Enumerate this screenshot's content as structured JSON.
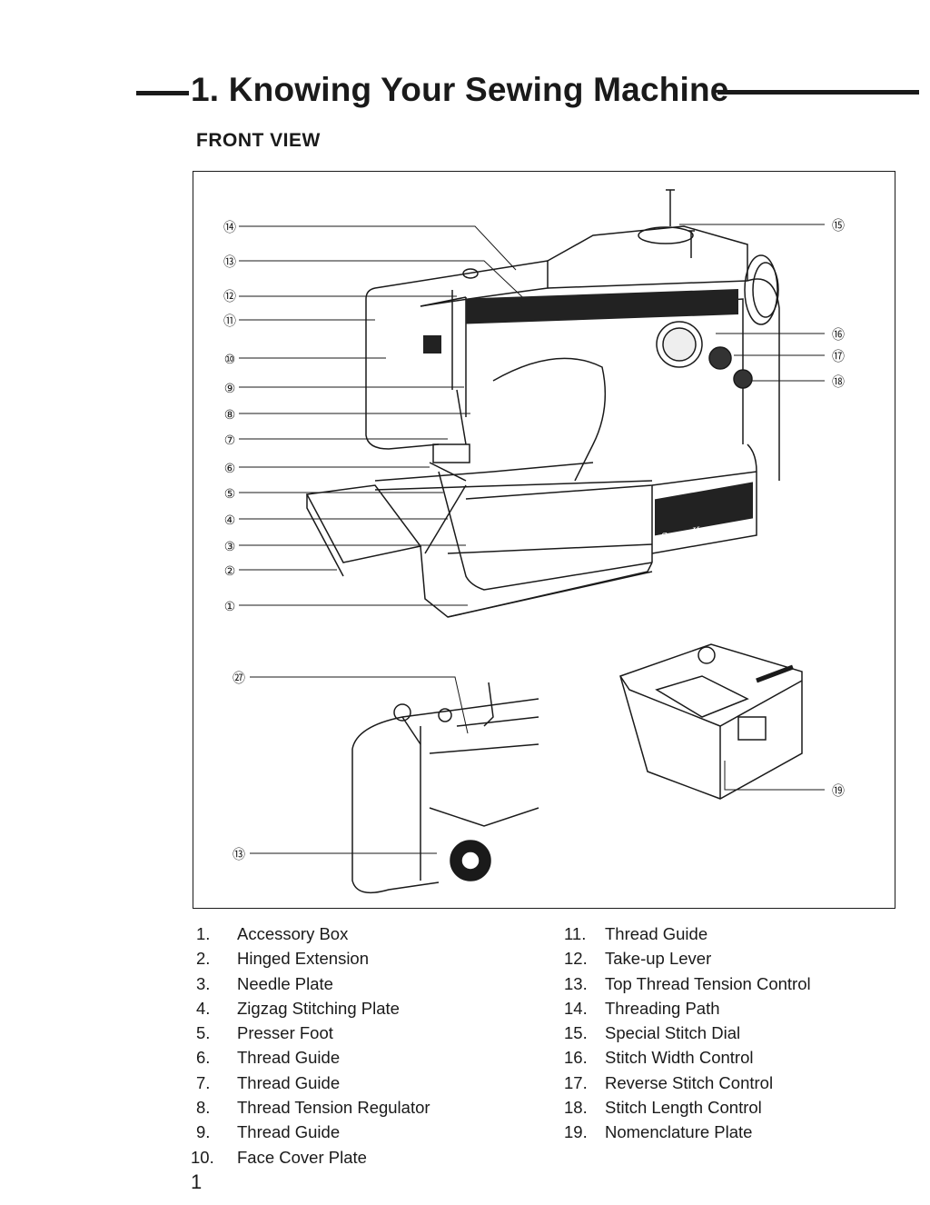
{
  "page": {
    "title": "1. Knowing Your Sewing Machine",
    "section": "FRONT VIEW",
    "page_number": "1"
  },
  "figure": {
    "callouts": [
      "⑭",
      "⑬",
      "⑫",
      "⑪",
      "⑩",
      "⑨",
      "⑧",
      "⑦",
      "⑥",
      "⑤",
      "④",
      "③",
      "②",
      "①",
      "⑮",
      "⑯",
      "⑰",
      "⑱",
      "㉗",
      "⑬",
      "⑲"
    ],
    "brand_label": "Sears Kenmore"
  },
  "legend_left": [
    {
      "num": "1.",
      "label": "Accessory Box"
    },
    {
      "num": "2.",
      "label": "Hinged Extension"
    },
    {
      "num": "3.",
      "label": "Needle Plate"
    },
    {
      "num": "4.",
      "label": "Zigzag Stitching Plate"
    },
    {
      "num": "5.",
      "label": "Presser Foot"
    },
    {
      "num": "6.",
      "label": "Thread Guide"
    },
    {
      "num": "7.",
      "label": "Thread Guide"
    },
    {
      "num": "8.",
      "label": "Thread Tension Regulator"
    },
    {
      "num": "9.",
      "label": "Thread Guide"
    },
    {
      "num": "10.",
      "label": "Face Cover Plate"
    }
  ],
  "legend_right": [
    {
      "num": "11.",
      "label": "Thread Guide"
    },
    {
      "num": "12.",
      "label": "Take-up Lever"
    },
    {
      "num": "13.",
      "label": "Top Thread Tension Control"
    },
    {
      "num": "14.",
      "label": "Threading Path"
    },
    {
      "num": "15.",
      "label": "Special Stitch Dial"
    },
    {
      "num": "16.",
      "label": "Stitch Width Control"
    },
    {
      "num": "17.",
      "label": "Reverse Stitch Control"
    },
    {
      "num": "18.",
      "label": "Stitch Length Control"
    },
    {
      "num": "19.",
      "label": "Nomenclature Plate"
    }
  ]
}
